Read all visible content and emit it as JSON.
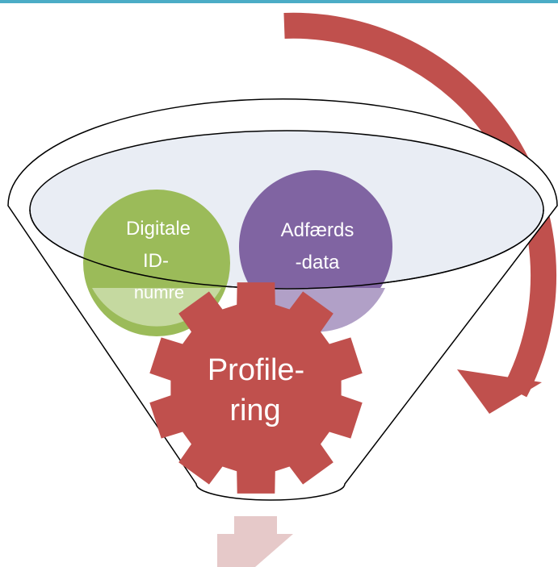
{
  "diagram": {
    "circle_left": {
      "lines": [
        "Digitale",
        "ID-",
        "numre"
      ],
      "color": "#9BBB59"
    },
    "circle_right": {
      "lines": [
        "Adfærds",
        "-data"
      ],
      "color": "#8064A2"
    },
    "gear": {
      "lines": [
        "Profile-",
        "ring"
      ],
      "color": "#C0504D"
    },
    "funnel_fill": "#E9EDF4",
    "cycle_arrow_color": "#C0504D",
    "output_arrow_color": "#E6C9C9",
    "top_border_color": "#4BACC6"
  }
}
